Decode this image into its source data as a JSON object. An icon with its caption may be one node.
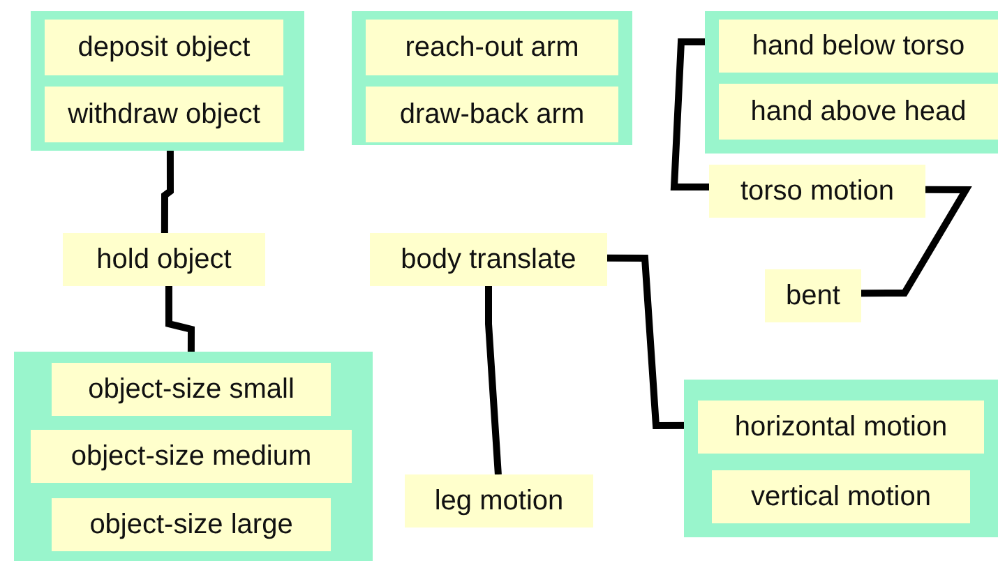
{
  "diagram": {
    "nodes": [
      {
        "text": [],
        "shape": "box"
      },
      {
        "text": [
          "deposit object"
        ],
        "in": 0
      },
      {
        "text": [
          "withdraw object"
        ],
        "in": 0
      },
      {
        "text": [],
        "shape": "box"
      },
      {
        "text": [
          "reach-out arm"
        ],
        "in": 3
      },
      {
        "text": [
          "draw-back arm"
        ],
        "in": 3
      },
      {
        "text": [],
        "shape": "box"
      },
      {
        "text": [
          "hand below torso"
        ],
        "in": 6
      },
      {
        "text": [
          "hand above head"
        ],
        "in": 6
      },
      {
        "text": [
          "hold object"
        ]
      },
      {
        "text": [],
        "shape": "box"
      },
      {
        "text": [
          "object-size small"
        ],
        "in": 10
      },
      {
        "text": [
          "object-size medium"
        ],
        "in": 10
      },
      {
        "text": [
          "object-size large"
        ],
        "in": 10
      },
      {
        "text": [
          "torso motion"
        ]
      },
      {
        "text": [
          "body translate"
        ]
      },
      {
        "text": [
          "bent"
        ]
      },
      {
        "text": [],
        "shape": "box"
      },
      {
        "text": [
          "horizontal motion"
        ],
        "in": 17
      },
      {
        "text": [
          "vertical motion"
        ],
        "in": 17
      },
      {
        "text": [
          "leg motion"
        ]
      }
    ],
    "edges": [
      {
        "from": 0,
        "to": 9,
        "arrow": "none"
      },
      {
        "from": 9,
        "to": 10,
        "arrow": "none"
      },
      {
        "from": 7,
        "to": 14,
        "arrow": "none"
      },
      {
        "from": 14,
        "to": 16,
        "arrow": "none"
      },
      {
        "from": 15,
        "to": 18,
        "arrow": "none"
      },
      {
        "from": 15,
        "to": 20,
        "arrow": "none"
      }
    ]
  }
}
